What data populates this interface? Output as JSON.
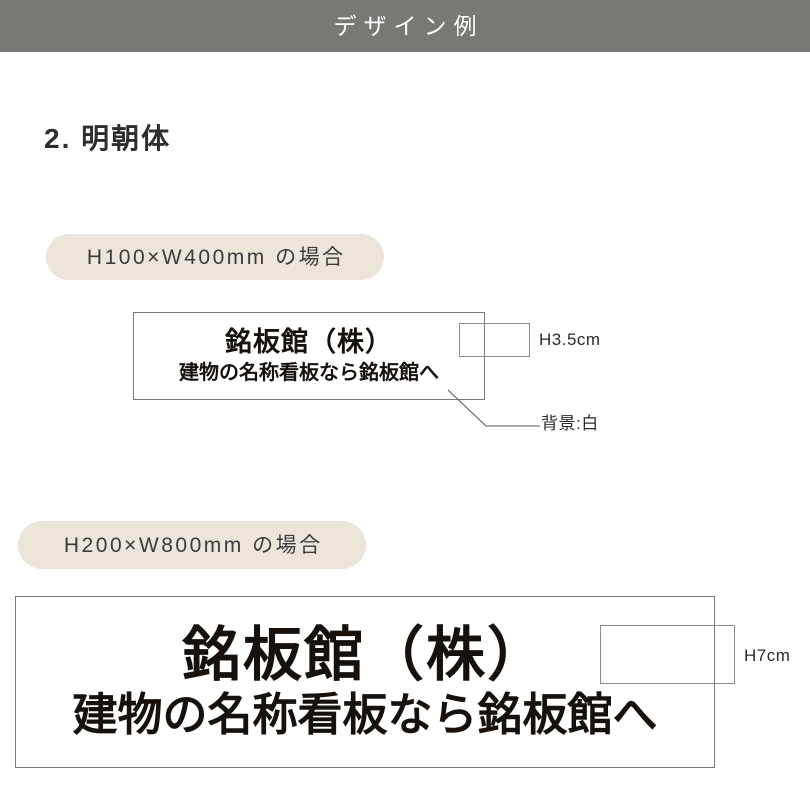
{
  "header": {
    "title": "デザイン例",
    "bar_color": "#787975",
    "text_color": "#ffffff"
  },
  "section": {
    "heading": "2. 明朝体"
  },
  "page": {
    "background_color": "#ffffff"
  },
  "examples": [
    {
      "id": "example-100x400",
      "pill_label": "H100×W400mm の場合",
      "pill_color": "#ece5da",
      "sign": {
        "main_text": "銘板館（株）",
        "sub_text": "建物の名称看板なら銘板館へ",
        "border_color": "#7a7a7a",
        "background": "白"
      },
      "height_label": "H3.5cm",
      "background_callout": "背景:白"
    },
    {
      "id": "example-200x800",
      "pill_label": "H200×W800mm の場合",
      "pill_color": "#ece5da",
      "sign": {
        "main_text": "銘板館（株）",
        "sub_text": "建物の名称看板なら銘板館へ",
        "border_color": "#7a7a7a",
        "background": "白"
      },
      "height_label": "H7cm"
    }
  ]
}
